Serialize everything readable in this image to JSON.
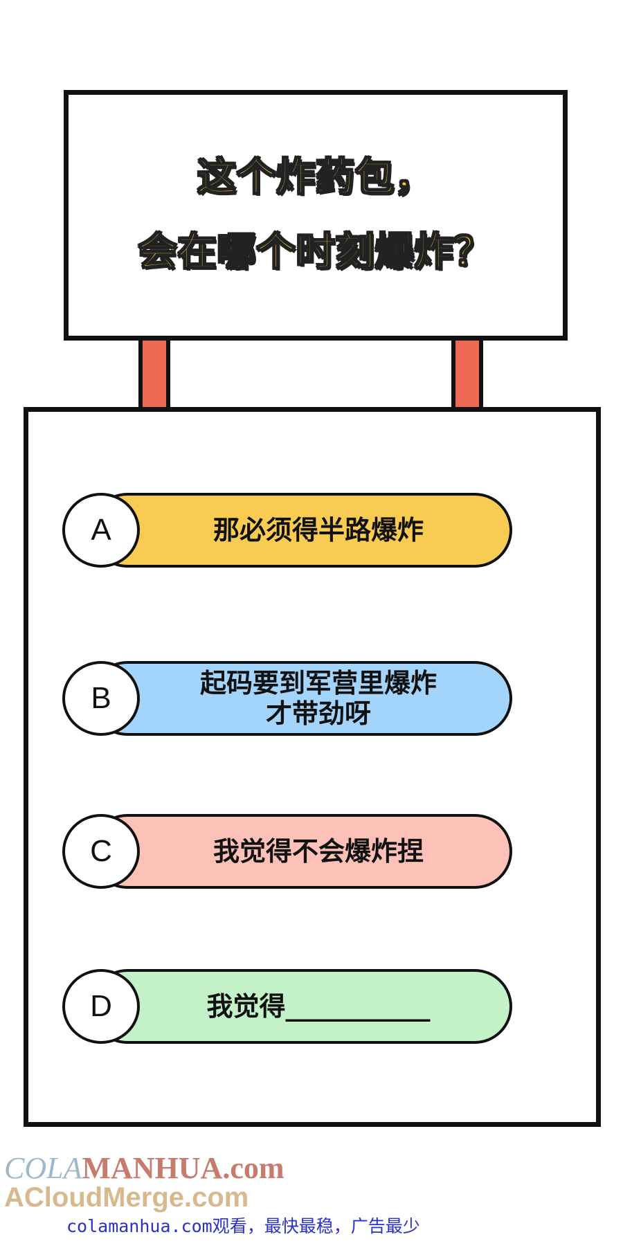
{
  "question": {
    "line1": "这个炸药包，",
    "line2": "会在哪个时刻爆炸？"
  },
  "options": [
    {
      "letter": "A",
      "text": "那必须得半路爆炸",
      "color": "#f8cb52"
    },
    {
      "letter": "B",
      "text": "起码要到军营里爆炸\n才带劲呀",
      "color": "#a3d4fb"
    },
    {
      "letter": "C",
      "text": "我觉得不会爆炸捏",
      "color": "#fcc2b8"
    },
    {
      "letter": "D",
      "text": "我觉得___________",
      "color": "#c3f2c9"
    }
  ],
  "watermark": {
    "line1_prefix": "COLA",
    "line1_main": "MANHUA.com",
    "line2": "ACloudMerge.com"
  },
  "footer": "colamanhua.com观看，最快最稳，广告最少",
  "colors": {
    "post": "#ef6a55",
    "title_fill": "#f7c64a",
    "footer_link": "#2a30c8"
  }
}
